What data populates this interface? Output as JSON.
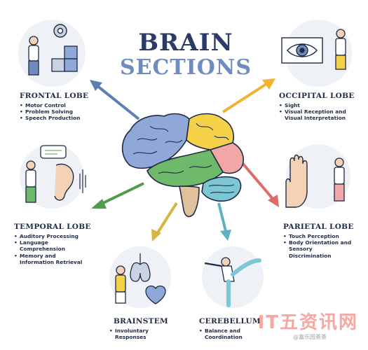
{
  "title": {
    "line1": "BRAIN",
    "line2": "SECTIONS"
  },
  "sections": {
    "frontal": {
      "title": "FRONTAL LOBE",
      "items": [
        "Motor Control",
        "Problem Solving",
        "Speech Production"
      ]
    },
    "occipital": {
      "title": "OCCIPITAL LOBE",
      "items": [
        "Sight",
        "Visual Reception and Visual Interpretation"
      ]
    },
    "temporal": {
      "title": "TEMPORAL LOBE",
      "items": [
        "Auditory Processing",
        "Language Comprehension",
        "Memory and Information Retrieval"
      ]
    },
    "parietal": {
      "title": "PARIETAL LOBE",
      "items": [
        "Touch Perception",
        "Body Orientation and Sensory Discrimination"
      ]
    },
    "brainstem": {
      "title": "BRAINSTEM",
      "items": [
        "Involuntary Responses"
      ]
    },
    "cerebellum": {
      "title": "CEREBELLUM",
      "items": [
        "Balance and Coordination"
      ]
    }
  },
  "colors": {
    "frontal": "#8fa8d8",
    "parietal": "#f5d14a",
    "occipital": "#f2a6a6",
    "temporal": "#6fba6a",
    "cerebellum": "#7cc7d4",
    "brainstem": "#e0c19a",
    "arrow_frontal": "#5a7fb0",
    "arrow_occipital": "#f2b233",
    "arrow_temporal": "#4f9c4a",
    "arrow_parietal": "#e06a6a",
    "arrow_brainstem": "#d8b542",
    "arrow_cerebellum": "#5fb0c4"
  },
  "watermark": {
    "main": "IT五资讯网",
    "sub": "@富乐园茶茶"
  },
  "icons": [
    "gear-icon",
    "puzzle-icon",
    "eye-icon",
    "ear-icon",
    "speech-bubble-icon",
    "hand-icon",
    "lungs-icon",
    "heart-icon"
  ]
}
